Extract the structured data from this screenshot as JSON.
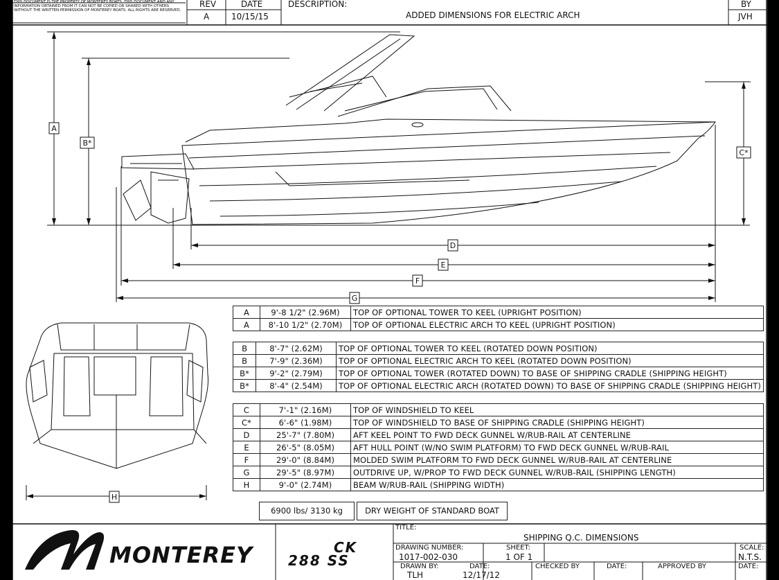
{
  "notice": "This document is the property of Monterey Boats. This document and any information obtained from it can not be copied or shared with others without the written permission of Monterey Boats. All rights are reserved.",
  "revision": {
    "rev_header": "REV",
    "date_header": "DATE",
    "description_header": "DESCRIPTION:",
    "by_header": "BY",
    "rev": "A",
    "date": "10/15/15",
    "description": "ADDED DIMENSIONS FOR ELECTRIC ARCH",
    "by": "JVH"
  },
  "dimension_labels": [
    "A",
    "B*",
    "C*",
    "D",
    "E",
    "F",
    "G",
    "H"
  ],
  "spec_groups": [
    [
      {
        "key": "A",
        "value": "9'-8 1/2\" (2.96M)",
        "desc": "TOP OF OPTIONAL TOWER TO KEEL (UPRIGHT POSITION)"
      },
      {
        "key": "A",
        "value": "8'-10 1/2\" (2.70M)",
        "desc": "TOP OF OPTIONAL ELECTRIC ARCH TO KEEL (UPRIGHT POSITION)"
      }
    ],
    [
      {
        "key": "B",
        "value": "8'-7\" (2.62M)",
        "desc": "TOP OF OPTIONAL TOWER TO KEEL (ROTATED DOWN POSITION)"
      },
      {
        "key": "B",
        "value": "7'-9\" (2.36M)",
        "desc": "TOP OF OPTIONAL ELECTRIC ARCH TO KEEL (ROTATED DOWN POSITION)"
      },
      {
        "key": "B*",
        "value": "9'-2\" (2.79M)",
        "desc": "TOP OF OPTIONAL TOWER (ROTATED DOWN) TO BASE OF SHIPPING CRADLE (SHIPPING HEIGHT)"
      },
      {
        "key": "B*",
        "value": "8'-4\" (2.54M)",
        "desc": "TOP OF OPTIONAL ELECTRIC ARCH (ROTATED DOWN) TO BASE OF SHIPPING CRADLE (SHIPPING HEIGHT)"
      }
    ],
    [
      {
        "key": "C",
        "value": "7'-1\" (2.16M)",
        "desc": "TOP OF WINDSHIELD TO KEEL"
      },
      {
        "key": "C*",
        "value": "6'-6\" (1.98M)",
        "desc": "TOP OF WINDSHIELD TO BASE OF SHIPPING CRADLE (SHIPPING HEIGHT)"
      },
      {
        "key": "D",
        "value": "25'-7\" (7.80M)",
        "desc": "AFT KEEL POINT TO FWD DECK GUNNEL W/RUB-RAIL AT CENTERLINE"
      },
      {
        "key": "E",
        "value": "26'-5\" (8.05M)",
        "desc": "AFT HULL POINT (W/NO SWIM PLATFORM) TO FWD DECK GUNNEL W/RUB-RAIL"
      },
      {
        "key": "F",
        "value": "29'-0\" (8.84M)",
        "desc": "MOLDED SWIM PLATFORM TO FWD DECK GUNNEL W/RUB-RAIL AT CENTERLINE"
      },
      {
        "key": "G",
        "value": "29'-5\" (8.97M)",
        "desc": "OUTDRIVE UP, W/PROP TO FWD DECK GUNNEL W/RUB-RAIL (SHIPPING LENGTH)"
      },
      {
        "key": "H",
        "value": "9'-0\" (2.74M)",
        "desc": "BEAM W/RUB-RAIL (SHIPPING WIDTH)"
      }
    ]
  ],
  "weight": {
    "value": "6900 lbs/ 3130 kg",
    "label": "DRY WEIGHT OF STANDARD BOAT"
  },
  "title_block": {
    "brand": "MONTEREY",
    "model_line1": "CK",
    "model_line2": "288 SS",
    "title_label": "TITLE:",
    "title": "SHIPPING Q.C. DIMENSIONS",
    "drawing_number_label": "DRAWING NUMBER:",
    "drawing_number": "1017-002-030",
    "sheet_label": "SHEET:",
    "sheet": "1 OF 1",
    "scale_label": "SCALE:",
    "scale": "N.T.S.",
    "drawn_by_label": "DRAWN BY:",
    "drawn_by": "TLH",
    "date_label": "DATE:",
    "date": "12/17/12",
    "checked_by_label": "CHECKED BY",
    "checked_date_label": "DATE:",
    "approved_by_label": "APPROVED BY",
    "approved_date_label": "DATE:"
  }
}
